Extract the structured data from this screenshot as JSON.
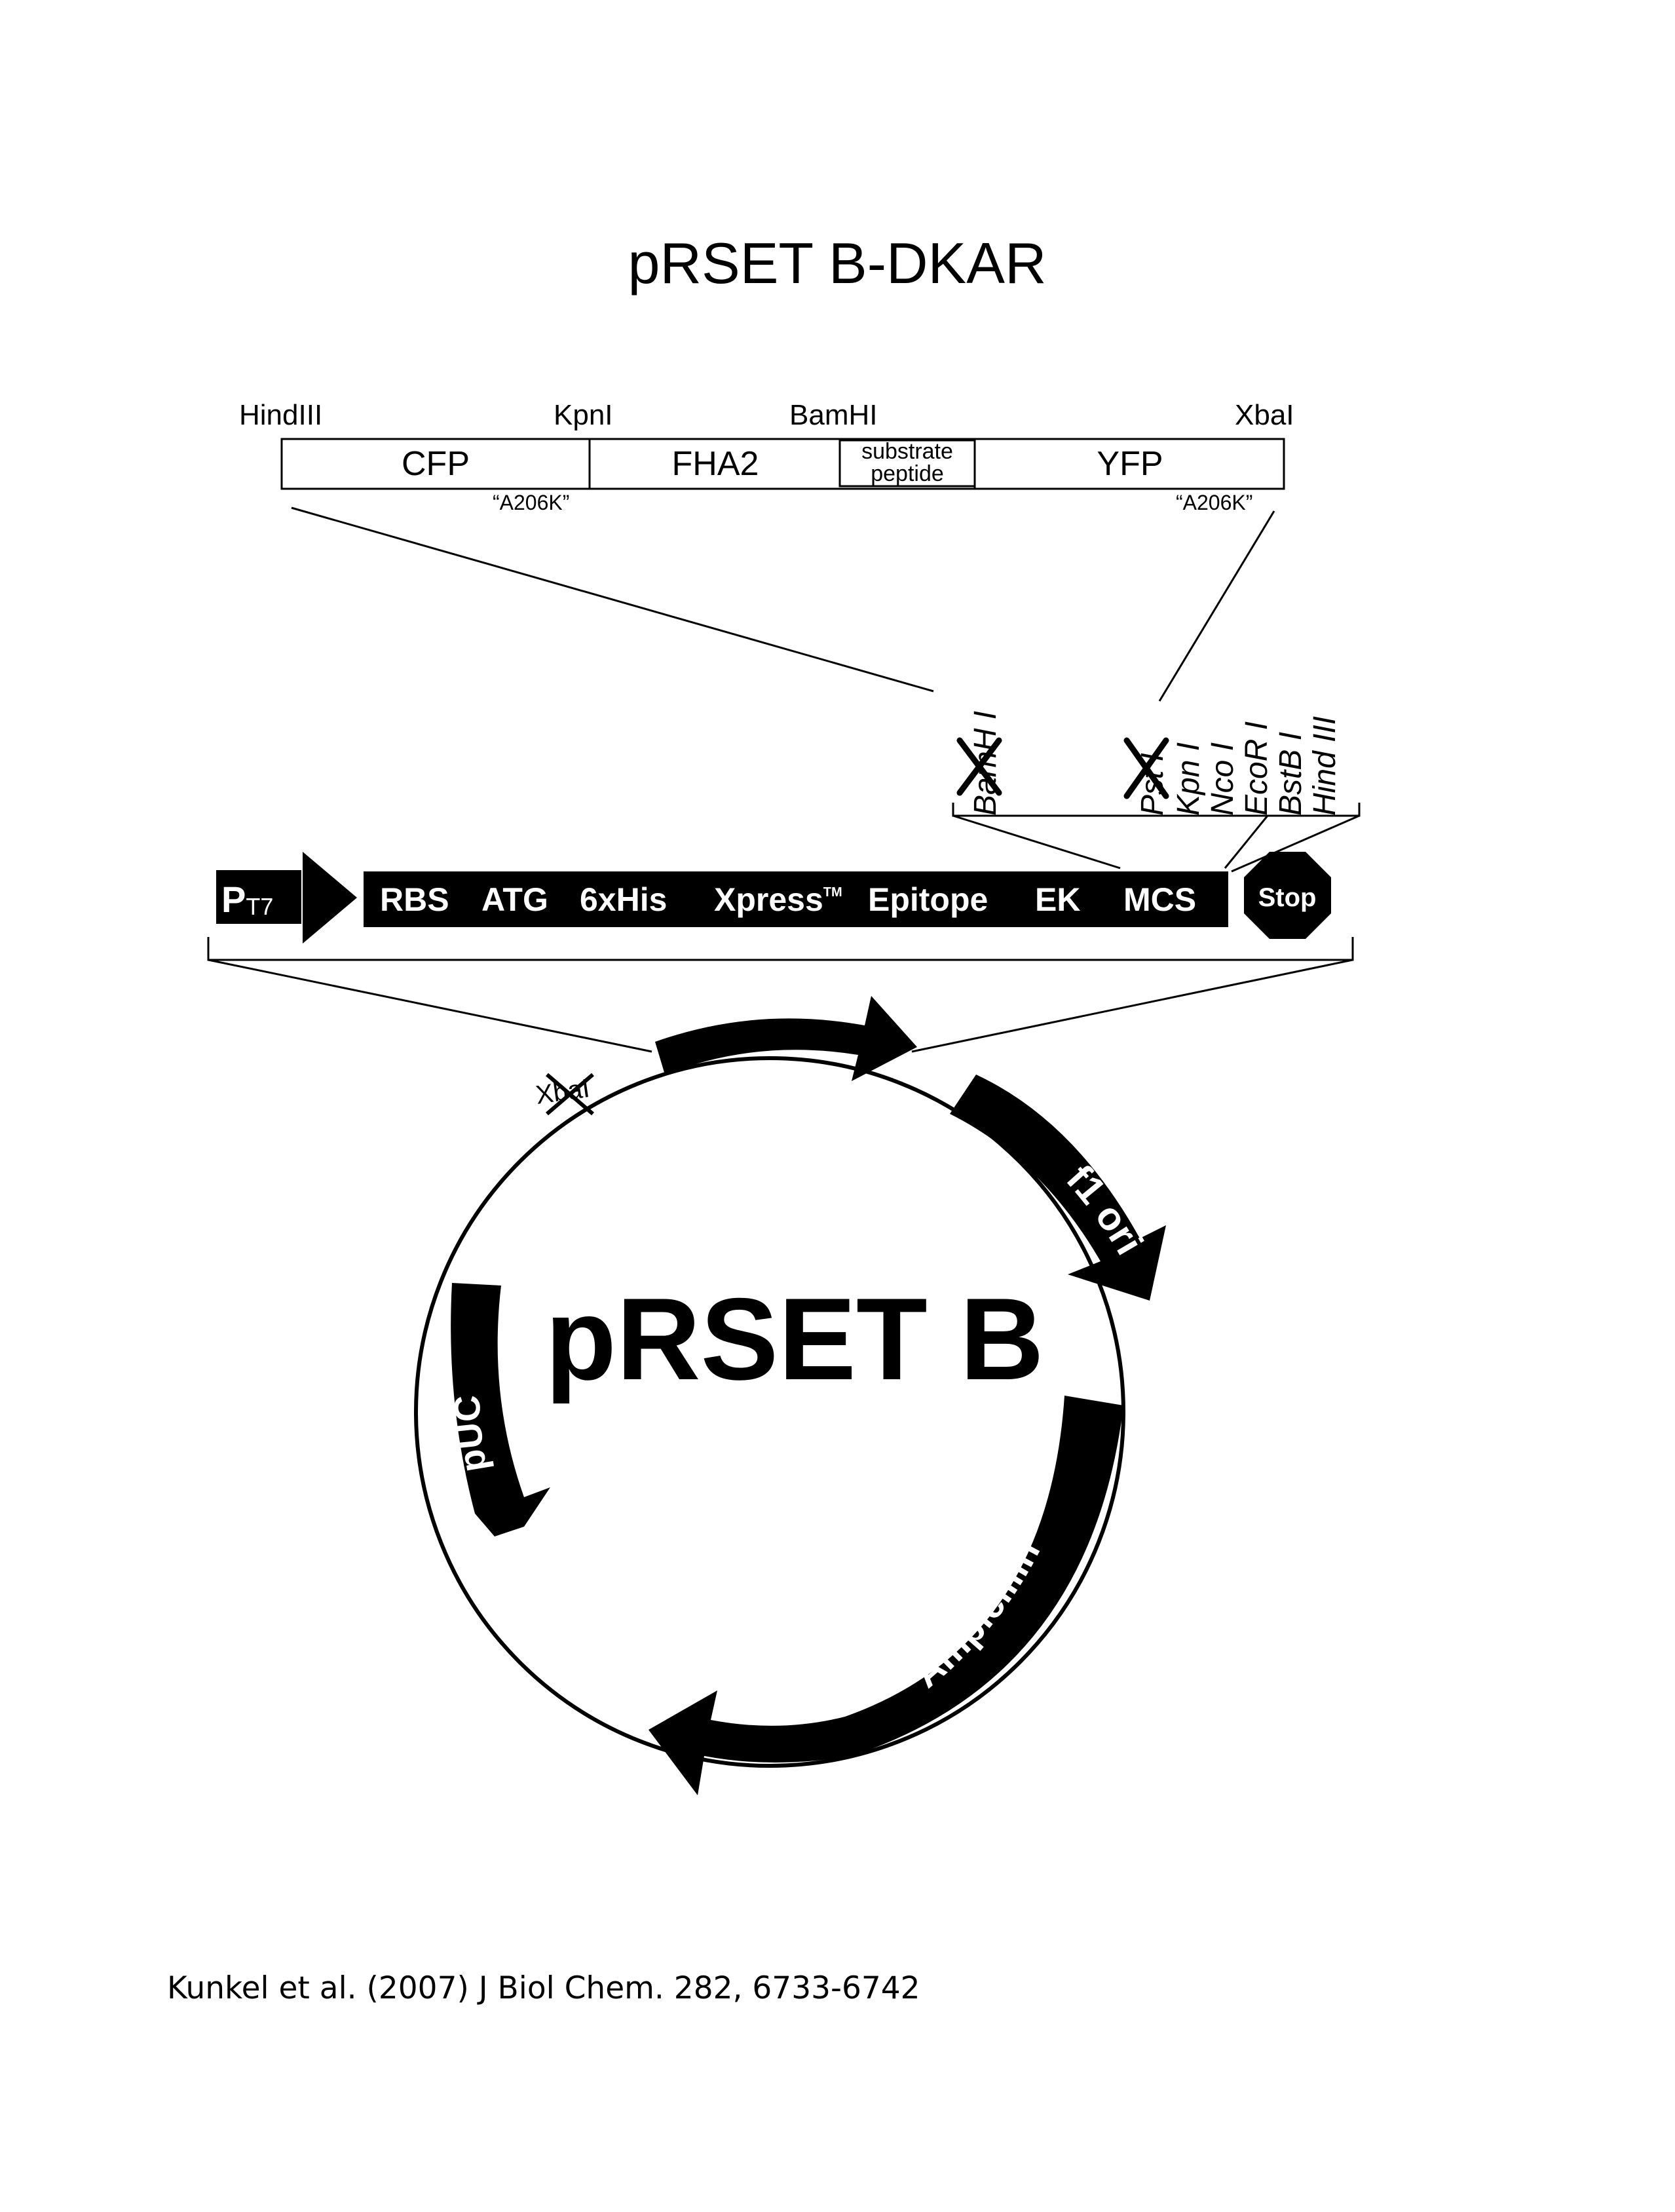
{
  "title": "pRSET B-DKAR",
  "insert": {
    "sites": [
      "HindIII",
      "KpnI",
      "BamHI",
      "XbaI"
    ],
    "segments": [
      {
        "label": "CFP"
      },
      {
        "label": "FHA2"
      },
      {
        "label_line1": "substrate",
        "label_line2": "peptide"
      },
      {
        "label": "YFP"
      }
    ],
    "mutation_labels": [
      "“A206K”",
      "“A206K”"
    ]
  },
  "mcs_sites": [
    "BamH I",
    "Pst I",
    "Kpn I",
    "Nco I",
    "EcoR I",
    "BstB I",
    "Hind III"
  ],
  "expression_cassette": {
    "promoter": "P",
    "promoter_sub": "T7",
    "elements": [
      "RBS",
      "ATG",
      "6xHis",
      "Xpress",
      "Epitope",
      "EK",
      "MCS"
    ],
    "tm_mark": "TM",
    "stop": "Stop"
  },
  "plasmid": {
    "name": "pRSET B",
    "features": [
      "f1 ori",
      "Ampicillin",
      "pUC"
    ],
    "crossed_site": "XbaI"
  },
  "citation": "Kunkel et al. (2007) J Biol Chem. 282, 6733-6742",
  "colors": {
    "ink": "#000000",
    "paper": "#ffffff"
  }
}
